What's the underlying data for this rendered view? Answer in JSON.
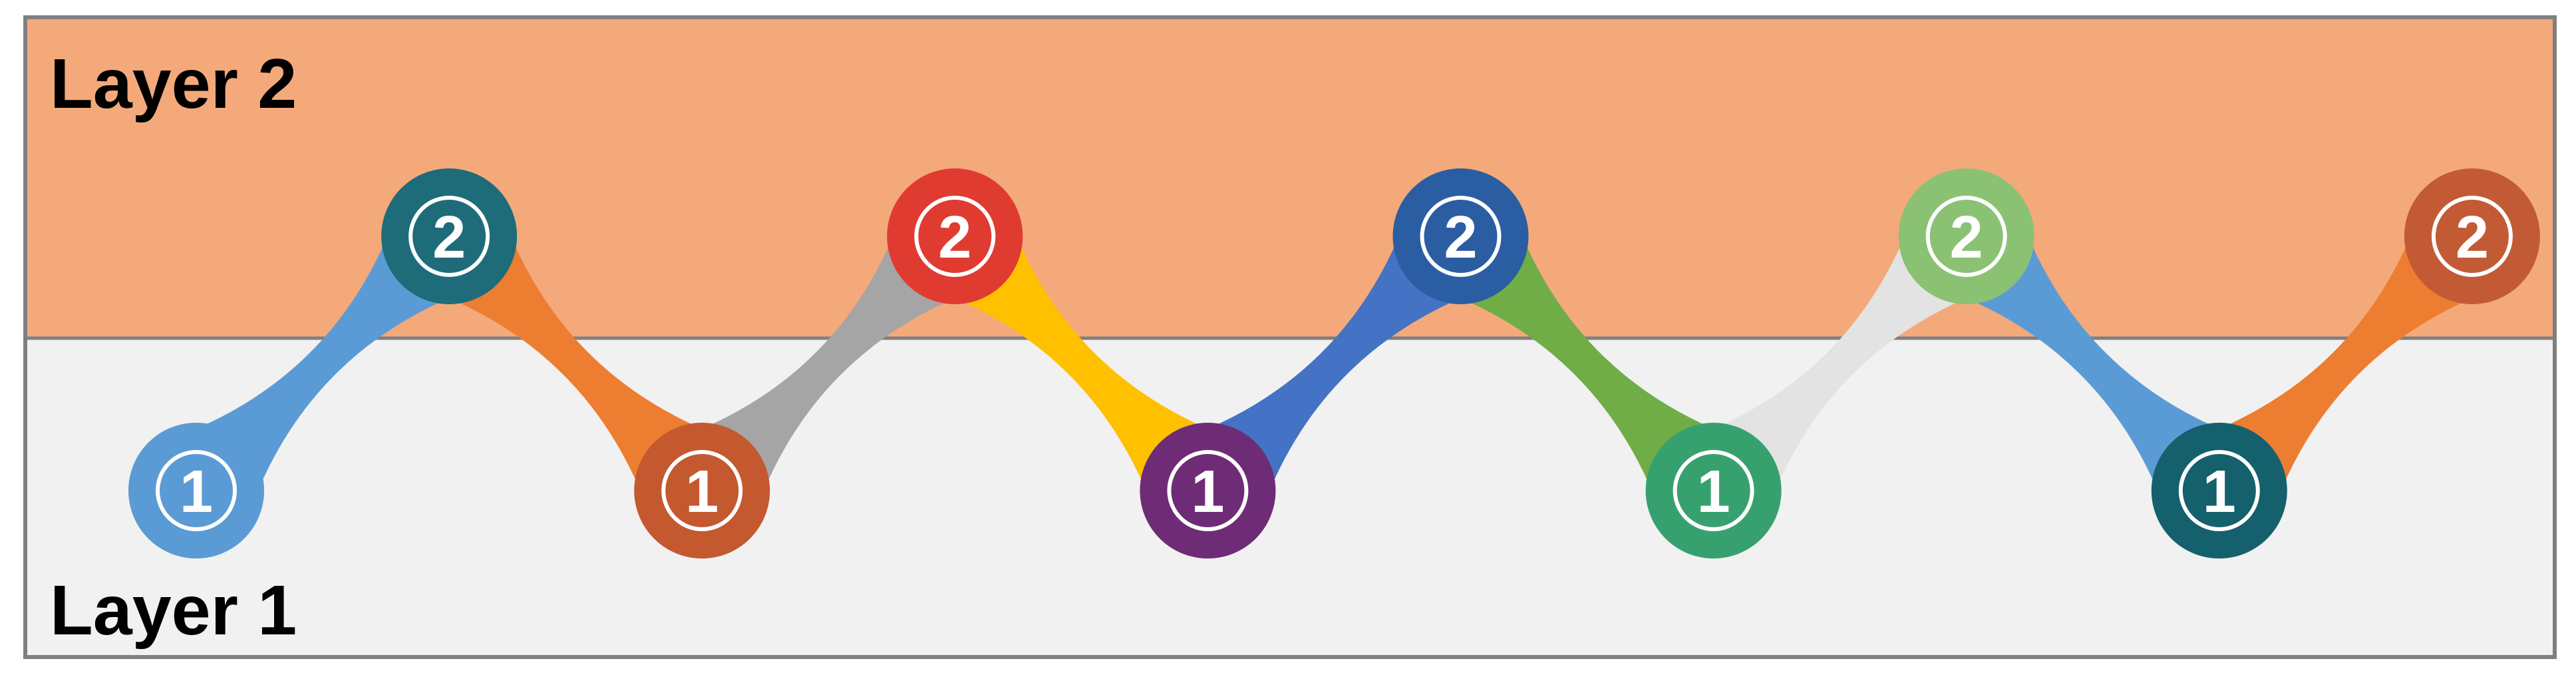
{
  "diagram": {
    "type": "two-layer-zigzag-process",
    "layers": [
      {
        "label": "Layer 1",
        "level": 1,
        "band_color": "#F1F1F1"
      },
      {
        "label": "Layer 2",
        "level": 2,
        "band_color": "#F4A97B"
      }
    ],
    "frame": {
      "border_color": "#7F7F7F",
      "divider_color": "#7F7F7F",
      "background_color": "#FFFFFF"
    },
    "nodes": [
      {
        "label": "1",
        "layer": 1,
        "color": "#5B9BD5"
      },
      {
        "label": "2",
        "layer": 2,
        "color": "#1E6C7A"
      },
      {
        "label": "1",
        "layer": 1,
        "color": "#C4582F"
      },
      {
        "label": "2",
        "layer": 2,
        "color": "#E03B31"
      },
      {
        "label": "1",
        "layer": 1,
        "color": "#6E2C76"
      },
      {
        "label": "2",
        "layer": 2,
        "color": "#2B5DA3"
      },
      {
        "label": "1",
        "layer": 1,
        "color": "#36A16F"
      },
      {
        "label": "2",
        "layer": 2,
        "color": "#8BC173"
      },
      {
        "label": "1",
        "layer": 1,
        "color": "#15606D"
      },
      {
        "label": "2",
        "layer": 2,
        "color": "#C25B35"
      }
    ],
    "connectors": [
      {
        "from": 0,
        "to": 1,
        "color": "#5B9BD5"
      },
      {
        "from": 1,
        "to": 2,
        "color": "#ED7D31"
      },
      {
        "from": 2,
        "to": 3,
        "color": "#A5A5A5"
      },
      {
        "from": 3,
        "to": 4,
        "color": "#FFC000"
      },
      {
        "from": 4,
        "to": 5,
        "color": "#4472C4"
      },
      {
        "from": 5,
        "to": 6,
        "color": "#70AD47"
      },
      {
        "from": 6,
        "to": 7,
        "color": "#E3E3E3"
      },
      {
        "from": 7,
        "to": 8,
        "color": "#5B9BD5"
      },
      {
        "from": 8,
        "to": 9,
        "color": "#ED7D31"
      }
    ],
    "node_ring_color": "#FFFFFF"
  }
}
